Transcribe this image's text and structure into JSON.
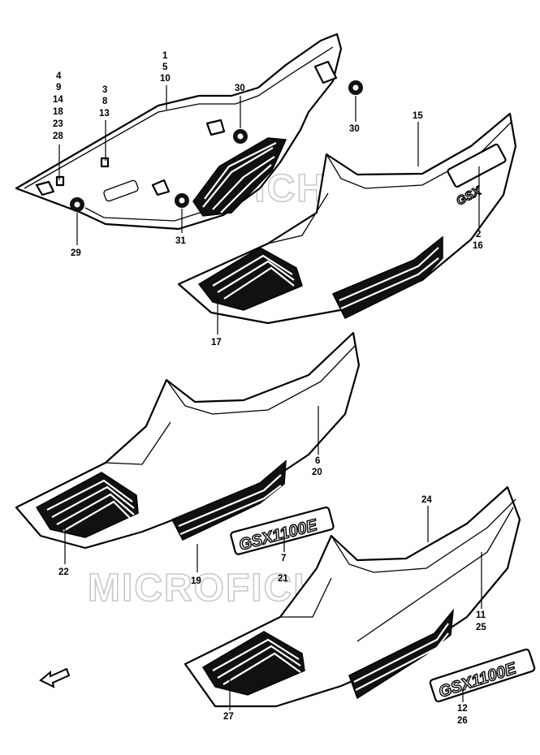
{
  "watermark": "MICROFICHESNET",
  "emblem_text": "GSX1100E",
  "labels": {
    "l1": "1",
    "l5": "5",
    "l10": "10",
    "l4": "4",
    "l9": "9",
    "l14": "14",
    "l18": "18",
    "l23": "23",
    "l28": "28",
    "l3": "3",
    "l8": "8",
    "l13": "13",
    "l30a": "30",
    "l30b": "30",
    "l15": "15",
    "l2": "2",
    "l16": "16",
    "l29": "29",
    "l31": "31",
    "l17": "17",
    "l6": "6",
    "l20": "20",
    "l22": "22",
    "l19": "19",
    "l7": "7",
    "l21": "21",
    "l24": "24",
    "l11": "11",
    "l25": "25",
    "l27": "27",
    "l12": "12",
    "l26": "26"
  }
}
